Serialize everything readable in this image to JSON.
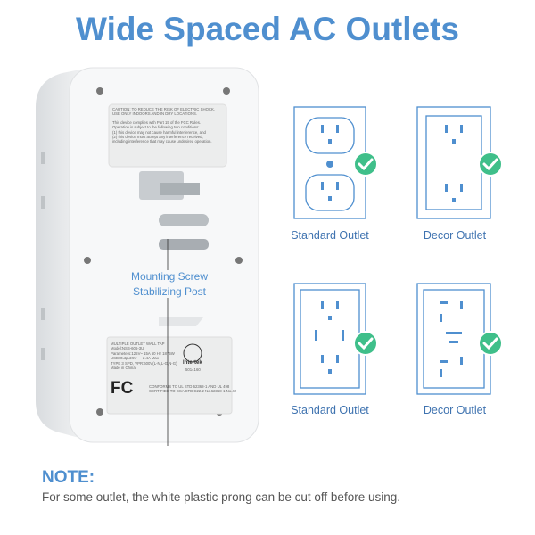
{
  "title": "Wide Spaced AC Outlets",
  "device": {
    "caution_label": [
      "CAUTION:  TO REDUCE THE RISK OF ELECTRIC SHOCK,",
      "USE ONLY INDOORS AND IN DRY LOCATIONS."
    ],
    "fcc_label": [
      "This device complies with Part 15 of the FCC Rules.",
      "Operation is subject to the following two conditions:",
      "(1) this device may not cause harmful interference, and",
      "(2) this device must accept any interference received,",
      "including interference that may cause undesired operation."
    ],
    "spec_label": [
      "MULTIPLE OUTLET WALL TAP",
      "Model:NSB-606-3U",
      "Parameters:125V~ 15A 60 Hz 1875W",
      "USB Output:5V — 2.4A Max",
      "TYPE 3 SPD, VPR:600V(L-N,L-G,N-G)",
      "Made in China"
    ],
    "cert_mark": "Intertek",
    "cert_number": "5014160",
    "fcc_logo": "FC",
    "conform_label": [
      "CONFORMS TO UL STD 62368-1 AND UL 498",
      "CERTIFIED TO CSA STD C22.2 No.62368-1 No.42"
    ]
  },
  "annotation": [
    "Mounting Screw",
    "Stabilizing Post"
  ],
  "outlets": [
    {
      "label": "Standard Outlet"
    },
    {
      "label": "Decor Outlet"
    },
    {
      "label": "Standard Outlet"
    },
    {
      "label": "Decor Outlet"
    }
  ],
  "note": {
    "title": "NOTE:",
    "text": "For some outlet, the white plastic prong can be cut off before using."
  },
  "colors": {
    "accent": "#4f8fcf",
    "check": "#3fbf8a"
  }
}
